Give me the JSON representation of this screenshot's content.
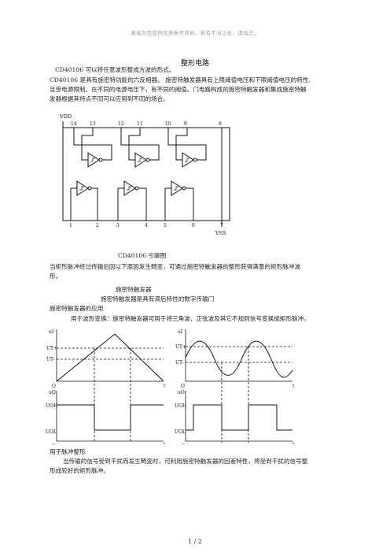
{
  "header_note": "真诚为您提供优质参考资料，若有不当之处，请指正。",
  "title": "整形电路",
  "para1": "CD40106 可以将任意波形整成方波的形式。",
  "para2_line1": "CD40106 是具有施密特功能的六反相器。 施密特触发器具有上限阈值电压和下限阈值电压的特性,",
  "para2_line2": "且受电源限制。在不同的电源电压下，有不同的阈值。门电路构成的施密特触发器和集成施密特触",
  "para2_line3": "发器根据其特点不同可以应用到不同的场合。",
  "ic": {
    "vdd_label": "VDD",
    "vss_label": "VSS",
    "top_pins": [
      "14",
      "13",
      "12",
      "11",
      "10",
      "9",
      "8"
    ],
    "bottom_pins": [
      "1",
      "2",
      "3",
      "4",
      "5",
      "6",
      "7"
    ],
    "caption": "CD40106 引脚图"
  },
  "para3_line1": "当矩形脉冲经过传输后因以下原因发生畸变，可通过施密特触发器的整形获得满意的矩形脉冲波",
  "para3_line2": "形。",
  "heading_schmitt": "施密特触发器",
  "para4": "施密特触发器是具有滞后特性的数字传输门",
  "heading_app": "施密特触发器的应用",
  "para5": "用于波形变换：施密特触发器可用于将三角波、正弦波及其它不规则信号变换成矩形脉冲。",
  "waveform": {
    "ui_label": "uI",
    "uo_label": "uO",
    "ut_plus": "UT+",
    "ut_minus": "UT-",
    "uoh": "UOH",
    "uol": "UOL",
    "origin": "O",
    "t": "t"
  },
  "heading_pulse": "用于脉冲整形",
  "para6_line1": "当传输的信号受到干扰而发生畸变时，可利用施密特触发器的回差特性，将受到干扰的信号整",
  "para6_line2": "形成较好的矩形脉冲。",
  "page_num": "1 / 2"
}
